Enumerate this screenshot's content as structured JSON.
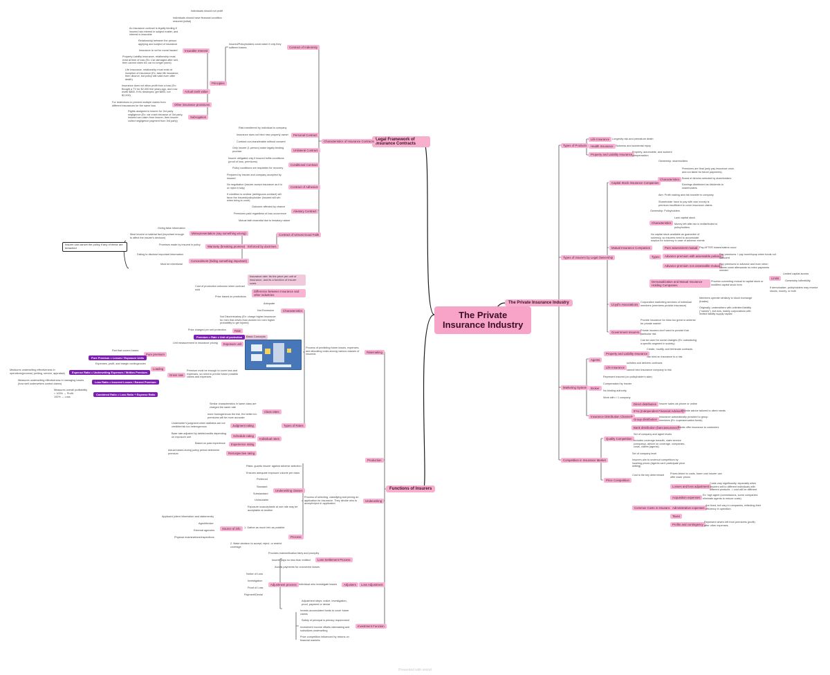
{
  "root": {
    "title": "The Private\nInsurance Industry"
  },
  "branches": {
    "legal": "Legal Framework of Insurance Contracts",
    "functions": "Functions of Insurers",
    "industry": "The Private Insurance Industry"
  },
  "legal": {
    "characteristics": "Characteristics of Insurance Contracts",
    "contract_of_indemnity": "Contract of Indemnity",
    "principles": "Principles",
    "indemnity_note": "Insured/Policyholders could claim if only they suffered losses",
    "no_profit": "Individuals should not profit",
    "initial_position": "Individuals should have financial condition restored (initial)",
    "insurable_interest": "Insurable Interest",
    "ii_leaf1": "An insurance contract is legally binding if insured has interest in subject matter, and interest is insurable",
    "ii_leaf2": "Relationship between the person applying and subject of insurance",
    "ii_leaf3": "Insurance is not for moral hazard",
    "ii_leaf4": "Property Liability Insurance, relationship must exist at time of loss (Ex: Car damaged after sell, then cannot claim b/c car no longer yours)",
    "ii_leaf5": "Life Insurance, relationship must exist at inception of insurance (Ex: take life insurance, then divorce, but policy still valid even after death)",
    "actual_cash_value": "Actual cash value",
    "acv_leaf": "Insurance does not allow profit from a loss (Ex: Bought a TV for $2,000 five years ago, and now worth $800. If it's destroyed, get $800, not $2,000)",
    "other_provisions": "Other insurance provisions",
    "other_leaf": "For restrictions to prevent multiple claims from different insurances for the same loss",
    "subrogation": "Subrogation",
    "sub_leaf": "Rights assigned to insurer for 3rd party negligence (Ex: car crash because of 3rd party, insured can claim from insurer, then insurer collect negligence payment from 3rd party)",
    "personal_contract": "Personal Contract",
    "pc_leaf1": "Risk transferred by individual to company",
    "pc_leaf2": "Insurance does not bind new property owner",
    "pc_leaf3": "Contract non-transferable without consent",
    "unilateral": "Unilateral Contract",
    "uni_leaf": "Only insurer (1 person) make legally binding promise",
    "conditional": "Conditional Contract",
    "cond_leaf1": "Insurer obligated only if insured fulfils conditions (proof of loss, premiums)",
    "cond_leaf2": "Policy conditions are requisites for recovery",
    "adhesion": "Contract of Adhesion",
    "adh_leaf1": "Prepared by insurer and company accepted by insured",
    "adh_leaf2": "No negotiation (insurer accept insurance as it is or reject it fully)",
    "adh_leaf3": "If condition is unclear (ambiguous contract) will favor the insured/policyholder (insured will win when bring to court)",
    "aleatory": "Aleatory Contract",
    "ale_leaf1": "Outcome affected by chance",
    "ale_leaf2": "Premiums paid regardless of loss occurrence",
    "utmost": "Contract of Utmost Good Faith",
    "ut_leaf": "Mutual faith essential due to lesiatory nature",
    "misrep": "Misrepresentation (say something wrong)",
    "mis_leaf1": "Giving false information",
    "mis_leaf2": "Must involve a material fact (important enough to affect the insurer's decision)",
    "warranty": "Warranty (breaking promise)",
    "war_leaf": "Promises made by insured in policy",
    "concealment": "Concealment (hiding something important)",
    "con_leaf1": "Failing to disclose important information",
    "con_leaf2": "Must be intentional",
    "enforced": "Enforced by doctrines",
    "cancel_box": "Insurer can cancel the policy if any of these are breached"
  },
  "functions": {
    "ratemaking": "Ratemaking",
    "rate_desc": "Process of predicting future losses, expenses, and allocating costs among various classes of insureds",
    "insurance_rate": "Insurance rate: Its the price per unit of insurance, and its a function of insurer costs",
    "diff_prices": "Difference between Insurance and other industries",
    "diff_leaf1": "Cost of production unknown when contract sold",
    "diff_leaf2": "Price based on predictions",
    "characteristics": "Characteristics",
    "char_leaf1": "Adequate",
    "char_leaf2": "Not Excessive",
    "char_leaf3": "Not Discriminatory (Ex: charge higher insurance for men that drives than women b/c men higher probability to get injured)",
    "basic_concepts": "Basic Concepts",
    "rate": "Rate",
    "rate_leaf": "Price charged per unit protection",
    "premium_formula": "Premium = Rate x Unit of protection",
    "exposure_unit": "Exposure unit",
    "eu_leaf": "Unit measurement in insurance pricing",
    "pure_premium": "Pure premium",
    "pp_leaf": "Part that covers losses",
    "pp_formula": "Pure Premium = Losses / Exposure Units",
    "loading": "Loading",
    "load_leaf": "Expenses, profit, and margin contingencies",
    "expense_ratio": "Expense Ratio = Underwriting Expenses / Written Premium",
    "er_leaf": "Measures underwriting effectiveness in operations(process) (writing, service, appraisal)",
    "gross_rate": "Gross rate",
    "gr_leaf": "Premium must be enough to cover loss and expenses, so need to predict future possible claims and expenses",
    "loss_ratio": "Loss Ratio = Incurred Losses / Earned Premium",
    "lr_leaf": "Measures underwriting effectiveness in managing losses (how well underwriters control claims)",
    "combined_ratio": "Combined Ratio = Loss Ratio + Expense Ratio",
    "cr_leaf1": "Measures overall profitability",
    "cr_leaf2": "< 100% → Profit",
    "cr_leaf3": "100% → Loss",
    "types_of_rates": "Types of Rates",
    "class_rates": "Class rates",
    "cls_leaf1": "Similar characteristics in same class are charged the same rate",
    "cls_leaf2": "more homogeneous the risk, the better b/c premiums will be more accurate",
    "individual_rates": "Individual rates",
    "judgment": "Judgment rating",
    "jud_leaf": "Underwriter's judgment when statistics are not credible/risk too heterogenous",
    "schedule": "Schedule rating",
    "sch_leaf": "Base rate adjusted by debits/credits depending on exposure unit",
    "experience": "Experience rating",
    "exp_leaf": "Based on past experience",
    "retrospective": "Retrospective rating",
    "ret_leaf": "Actual losses during policy period determine premium",
    "production": "Production",
    "underwriting": "Underwriting",
    "uw_desc": "Process of selecting, classifying and pricing an application for insurance. They decide who to accept/reject in application",
    "uw_leaf1": "Risks: guards insurer against adverse selection",
    "uw_leaf2": "Ensures adequate exposure volume per class",
    "uw_classes": "Underwriting classes",
    "cls1": "Preferred",
    "cls2": "Standard",
    "cls3": "Substandard",
    "cls4": "Uninsurable",
    "uw_leaf3": "Exposure unacceptable at one rate may be acceptable at another",
    "process": "Process",
    "proc_leaf1": "1. Gather as much info as possible",
    "source_info": "Source of info",
    "src1": "Applicant (client information and statements)",
    "src2": "Agent/broker",
    "src3": "External agencies",
    "src4": "Physical examinations/inspections",
    "proc_leaf2": "2. Make decision to accept, reject, or restrict coverage",
    "loss_adjustment": "Loss Adjustment",
    "loss_settlement": "Loss Settlement Process",
    "ls_leaf1": "Provides indemnification fairly and promptly",
    "ls_leaf2": "Insurer pays no less than entitled",
    "ls_leaf3": "Avoids payments for uncovered losses",
    "adjusters": "Adjusters",
    "adj_leaf": "Individual who investigate losses",
    "adj_process": "Adjustment process",
    "ap1": "Notice of Loss",
    "ap2": "Investigation",
    "ap3": "Proof of Loss",
    "ap4": "Payment/Denial",
    "adj_steps": "Adjustment steps: notice, investigation, proof, payment or denial",
    "investment": "Investment Function",
    "inv1": "Invests accumulated funds to cover future claims",
    "inv2": "Safety of principal is primary requirement",
    "inv3": "Investment income offsets ratemaking and subsidizes underwriting",
    "inv4": "Price competition influenced by returns on financial markets"
  },
  "industry": {
    "types_products": "Types of Products",
    "life": "Life Insurance",
    "life_leaf": "Longevity risk and premature death",
    "health": "Health Insurance",
    "health_leaf": "Sickness and accidental injury",
    "property": "Property and Liability Insurance",
    "prop_leaf": "Property, automobile, and workers' compensation",
    "types_legal": "Types of Insurers by Legal Ownership",
    "capital_stock": "Capital Stock Insurance Companies",
    "cs_owner": "Ownership: shareholders",
    "cs_char": "Characteristics",
    "cs_c1": "Premiums are final (only pay insurance once, and not liable for future payments)",
    "cs_c2": "Board of director selected by shareholders",
    "cs_c3": "Earnings distributed as dividends to shareholders",
    "cs_aim": "Aim: Profit making and risk transfer to company",
    "cs_risk": "Shareholder have to pay with own money is premium insufficient to cover insurance claims",
    "mutual": "Mutual Insurance Companies",
    "mu_owner": "Ownership: Policyholders",
    "mu_char": "Characteristics",
    "mu_c1": "Lack capital stock",
    "mu_c2": "Money left after tax is redistributed to policyholders",
    "mu_c3": "No capital stock available as guarantee of solvency, so insurers need to accumulate surplus for solvency in case of adverse events",
    "mu_types": "Types",
    "mu_t1": "Pure assessment mutual",
    "mu_t1_leaf": "Pay AFTER losses/claims occur",
    "mu_t2": "Advance premium with assessable policies",
    "mu_t2_leaf": "Pay premiums + pay more/topup when funds not sufficient",
    "mu_t3": "Advance premium non assessable mutual",
    "mu_t3_leaf": "Pay premiums in advance and even when claims come afterwards no extra payments needed",
    "demutual": "Demutualization and Mutual Insurance Holding Companies",
    "dm_leaf": "Process converting mutual to capital stock or modified capital stock form",
    "dm_limits": "Limits",
    "dm_l1": "Limited capital access",
    "dm_l2": "Ownership Inflexibility",
    "dm_l3": "If demutualize, policyholders may receive stocks, money, or both",
    "lloyds": "Lloyd's Associations",
    "ly_leaf1": "Corporation marketing services of individual members (members provide insurance)",
    "ly_leaf2": "Members operate similarly to stock exchange (trades)",
    "ly_leaf3": "Originally, underwriters with unlimited liability (\"names\"), but now, mainly corporations with limited liability supply capital",
    "government": "Government Insurers",
    "gov1": "Provide insurance for risks too great or adverse for private market",
    "gov2": "Private insurers don't want to provide that particular risk",
    "gov3": "Can be used for social changes (Ex: subsidizing a specific segment in society)",
    "marketing": "Marketing System",
    "agents": "Agents",
    "ag_pl": "Property and Liability Insurance",
    "ag_pl1": "Create, modify, and terminate contracts",
    "ag_pl2": "can bind an insurance to a risk",
    "ag_li": "Life Insurance",
    "ag_li1": "solicites and delivers contracts",
    "ag_li2": "cannot bind insurance company to risk",
    "brokers": "Broker",
    "br1": "Represent insured (on policyholder's side)",
    "br2": "Compensated by insurer",
    "br3": "No binding authority",
    "br4": "Work with > 1 company",
    "channels": "Insurance Distribution Channels",
    "ch1": "Direct distribution",
    "ch1_leaf": "Insurer sales via phone or online",
    "ch2": "IFAs (Independent Financial Advisors)",
    "ch2_leaf": "Provide advice tailored to client needs",
    "ch3": "Group distribution",
    "ch3_leaf": "Insurance automatically provided to group members (Ex: superannuation funds)",
    "ch4": "Bank distribution (bancassurance)",
    "ch4_leaf": "Banks offer insurance to customers",
    "competition": "Competition in Insurance Market",
    "quality": "Quality Competition",
    "q1": "Set of company and agent levels",
    "q2": "Includes coverage breadth, claim service (company), advice on coverage, companies, costs, claims (agents)",
    "price": "Price Competition",
    "p1": "Set of company level",
    "p2": "Insurers aim to undercut competitors by lowering prices (Agents can't participate price setting)",
    "p3": "Cost is the key determinant",
    "p3_leaf": "Prices linked to costs, lower cost insurer can offer lower prices",
    "common": "Common Costs in Insurance",
    "cc1": "Losses and loss adjustment",
    "cc1_leaf": "Costs vary significantly, especially when insurers sell to different individuals with different products -> cost will be different",
    "cc2": "Acquisition expenses",
    "cc2_leaf": "Ex: high agent (commissions, some companies eliminate agents to reduce costs)",
    "cc3": "Administrative expenses",
    "cc3_leaf": "Are fixed, but vary in companies, reflecting their efficiency in operation",
    "cc4": "Taxes",
    "cc5": "Profits and contingency",
    "cc5_leaf": "Represent what's left from premiums (profit) after other expenses"
  },
  "footer": "Presented with xmind"
}
